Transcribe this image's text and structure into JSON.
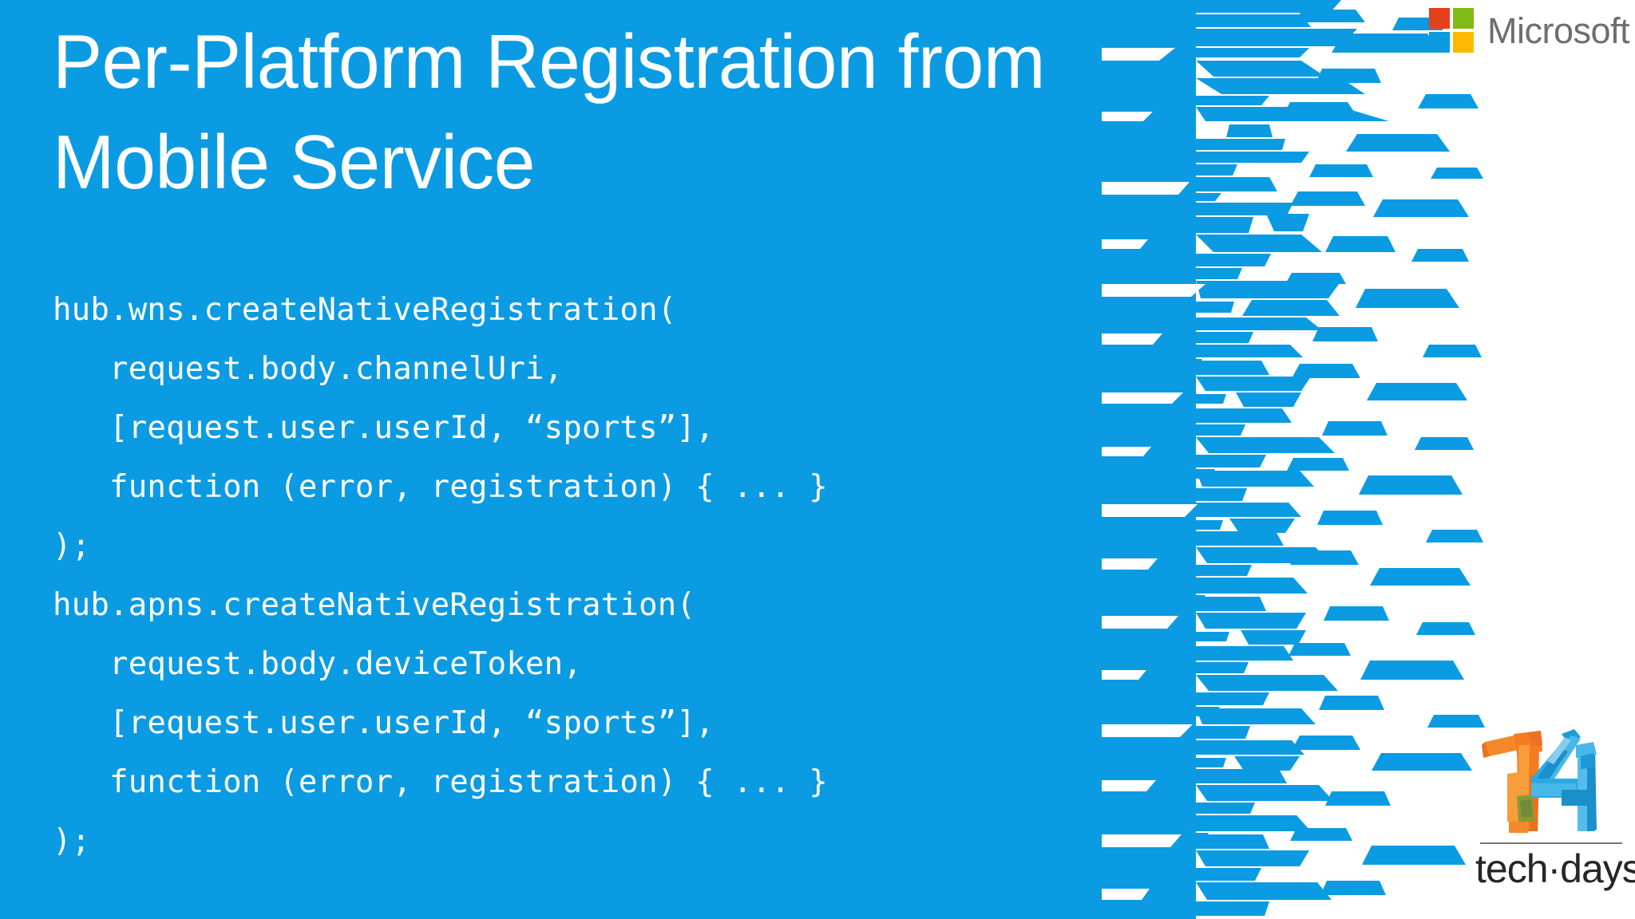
{
  "slide": {
    "title_lines": [
      "Per-Platform Registration from",
      "Mobile Service"
    ],
    "code_lines": [
      "hub.wns.createNativeRegistration(",
      "   request.body.channelUri,",
      "   [request.user.userId, “sports”],",
      "   function (error, registration) { ... }",
      ");",
      "hub.apns.createNativeRegistration(",
      "   request.body.deviceToken,",
      "   [request.user.userId, “sports”],",
      "   function (error, registration) { ... }",
      ");"
    ]
  },
  "branding": {
    "microsoft": {
      "wordmark": "Microsoft",
      "square_colors": {
        "top_left": "#E5401A",
        "top_right": "#7FBA15",
        "bottom_left": "#0A9BE0",
        "bottom_right": "#FFB900"
      },
      "wordmark_color": "#6E6E6E"
    },
    "techdays": {
      "number": "14",
      "wordmark": "tech·days",
      "number_color_left": "#F07F1A",
      "number_color_right": "#27A9E1",
      "wordmark_color": "#262626"
    }
  },
  "theme": {
    "background_blue": "#0B9BE3",
    "background_white": "#FFFFFF",
    "text_white": "#FFFFFF"
  }
}
